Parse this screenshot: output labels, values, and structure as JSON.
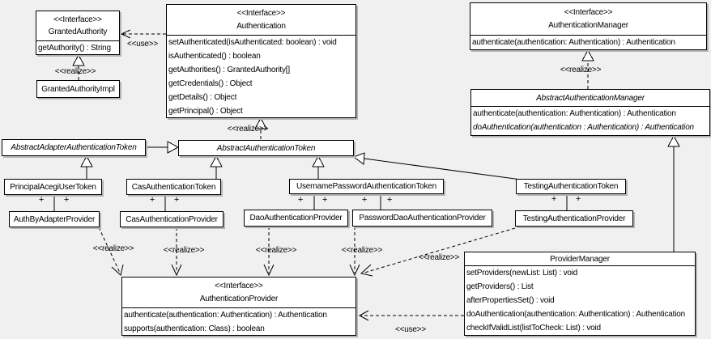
{
  "colors": {
    "background": "#f0f0f0",
    "box_fill": "#ffffff",
    "line": "#000000",
    "shadow": "#b4b4b4"
  },
  "labels": {
    "use": "<<use>>",
    "realize": "<<realize>>",
    "plus": "+"
  },
  "classes": {
    "granted_authority": {
      "stereotype": "<<Interface>>",
      "name": "GrantedAuthority",
      "methods": [
        "getAuthority() : String"
      ]
    },
    "granted_authority_impl": {
      "name": "GrantedAuthorityImpl"
    },
    "authentication": {
      "stereotype": "<<Interface>>",
      "name": "Authentication",
      "methods": [
        "setAuthenticated(isAuthenticated: boolean) : void",
        "isAuthenticated() : boolean",
        "getAuthorities() : GrantedAuthority[]",
        "getCredentials() : Object",
        "getDetails() : Object",
        "getPrincipal() : Object"
      ]
    },
    "authentication_manager": {
      "stereotype": "<<Interface>>",
      "name": "AuthenticationManager",
      "methods": [
        "authenticate(authentication: Authentication) : Authentication"
      ]
    },
    "abstract_authentication_manager": {
      "name": "AbstractAuthenticationManager",
      "methods": [
        "authenticate(authentication: Authentication) : Authentication",
        "doAuthentication(authentication : Authentication) : Authentication"
      ]
    },
    "abstract_adapter_authentication_token": {
      "name": "AbstractAdapterAuthenticationToken"
    },
    "abstract_authentication_token": {
      "name": "AbstractAuthenticationToken"
    },
    "principal_acegi_user_token": {
      "name": "PrincipalAcegiUserToken"
    },
    "cas_authentication_token": {
      "name": "CasAuthenticationToken"
    },
    "username_password_authentication_token": {
      "name": "UsernamePasswordAuthenticationToken"
    },
    "testing_authentication_token": {
      "name": "TestingAuthenticationToken"
    },
    "auth_by_adapter_provider": {
      "name": "AuthByAdapterProvider"
    },
    "cas_authentication_provider": {
      "name": "CasAuthenticationProvider"
    },
    "dao_authentication_provider": {
      "name": "DaoAuthenticationProvider"
    },
    "password_dao_authentication_provider": {
      "name": "PasswordDaoAuthenticationProvider"
    },
    "testing_authentication_provider": {
      "name": "TestingAuthenticationProvider"
    },
    "authentication_provider": {
      "stereotype": "<<Interface>>",
      "name": "AuthenticationProvider",
      "methods": [
        "authenticate(authentication: Authentication) : Authentication",
        "supports(authentication: Class) : boolean"
      ]
    },
    "provider_manager": {
      "name": "ProviderManager",
      "methods": [
        "setProviders(newList: List) : void",
        "getProviders() : List",
        "afterPropertiesSet() : void",
        "doAuthentication(authentication: Authentication) : Authentication",
        "checkIfValidList(listToCheck: List) : void"
      ]
    }
  }
}
